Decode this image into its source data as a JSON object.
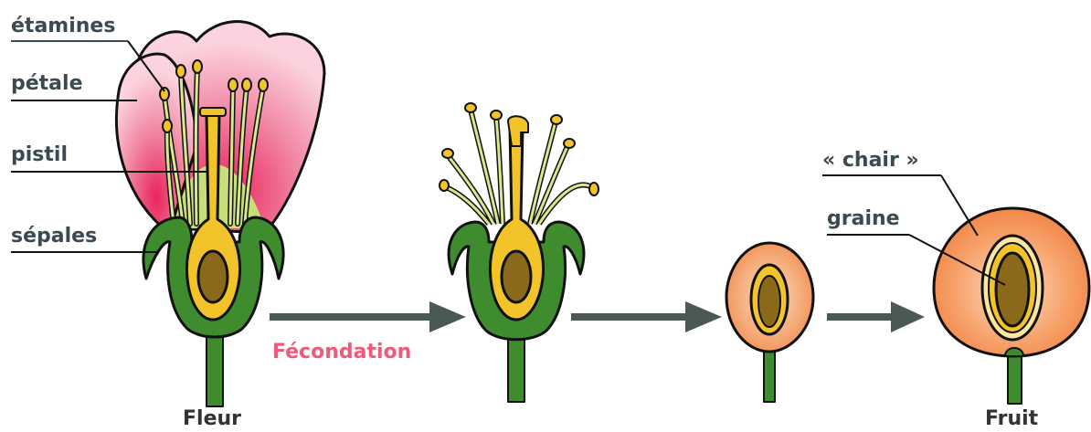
{
  "labels": {
    "etamines": "étamines",
    "petale": "pétale",
    "pistil": "pistil",
    "sepales": "sépales",
    "chair": "« chair »",
    "graine": "graine",
    "fecondation": "Fécondation",
    "fleur": "Fleur",
    "fruit": "Fruit"
  },
  "colors": {
    "petal": "#f28aa6",
    "petal_light": "#f9c7d4",
    "sepal": "#3e8c2e",
    "stamen": "#d9e88a",
    "pistil": "#f3c42a",
    "seed": "#8a6a1a",
    "fruit": "#f7a26b",
    "arrow": "#4a5a52",
    "fecondation": "#ee5a7e"
  }
}
